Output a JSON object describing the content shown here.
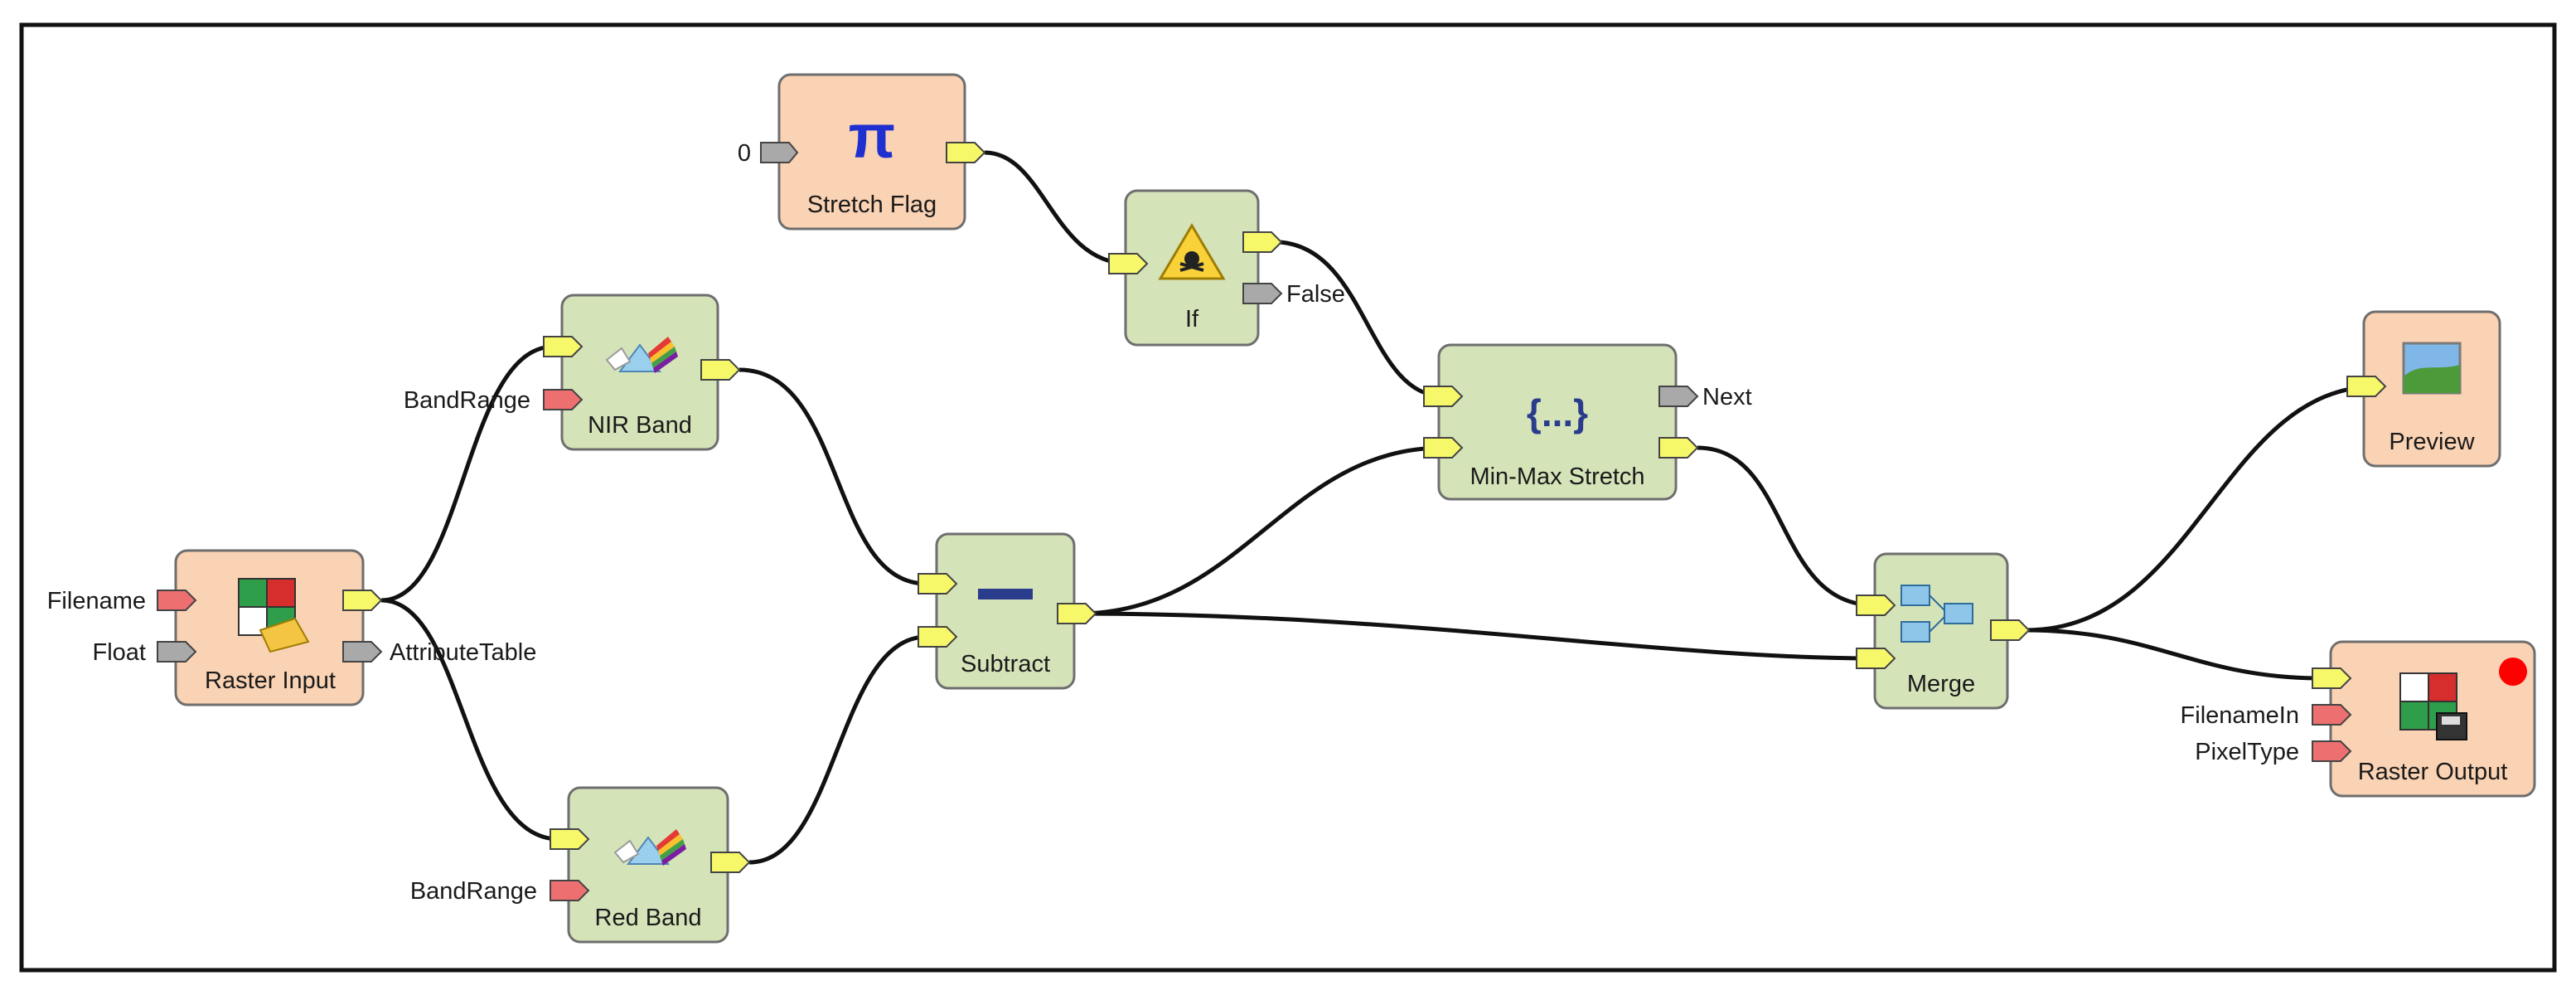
{
  "nodes": {
    "stretch_flag": {
      "label": "Stretch Flag",
      "kind": "constant",
      "icon": "pi-icon",
      "input_value": "0"
    },
    "if_node": {
      "label": "If",
      "kind": "logic",
      "icon": "warning-skull-icon",
      "port_false": "False"
    },
    "nir_band": {
      "label": "NIR Band",
      "kind": "function",
      "icon": "prism-icon",
      "param": "BandRange"
    },
    "red_band": {
      "label": "Red Band",
      "kind": "function",
      "icon": "prism-icon",
      "param": "BandRange"
    },
    "raster_input": {
      "label": "Raster Input",
      "kind": "io",
      "icon": "raster-open-icon",
      "param_filename": "Filename",
      "param_float": "Float",
      "port_attr": "AttributeTable"
    },
    "subtract": {
      "label": "Subtract",
      "kind": "function",
      "icon": "minus-icon"
    },
    "minmax": {
      "label": "Min-Max Stretch",
      "kind": "function",
      "icon": "braces-icon",
      "port_next": "Next"
    },
    "merge": {
      "label": "Merge",
      "kind": "function",
      "icon": "merge-icon"
    },
    "preview": {
      "label": "Preview",
      "kind": "io",
      "icon": "landscape-icon"
    },
    "raster_output": {
      "label": "Raster Output",
      "kind": "io",
      "icon": "raster-save-icon",
      "param_filename": "FilenameIn",
      "param_pixel": "PixelType"
    }
  },
  "colors": {
    "function_fill": "#d5e3b9",
    "io_fill": "#fad2b4",
    "border": "#6e6e6e",
    "port_data": "#f7f76a",
    "port_param": "#ee6f6f",
    "port_optional": "#a9a9a9",
    "status_dot": "#ff0000"
  }
}
